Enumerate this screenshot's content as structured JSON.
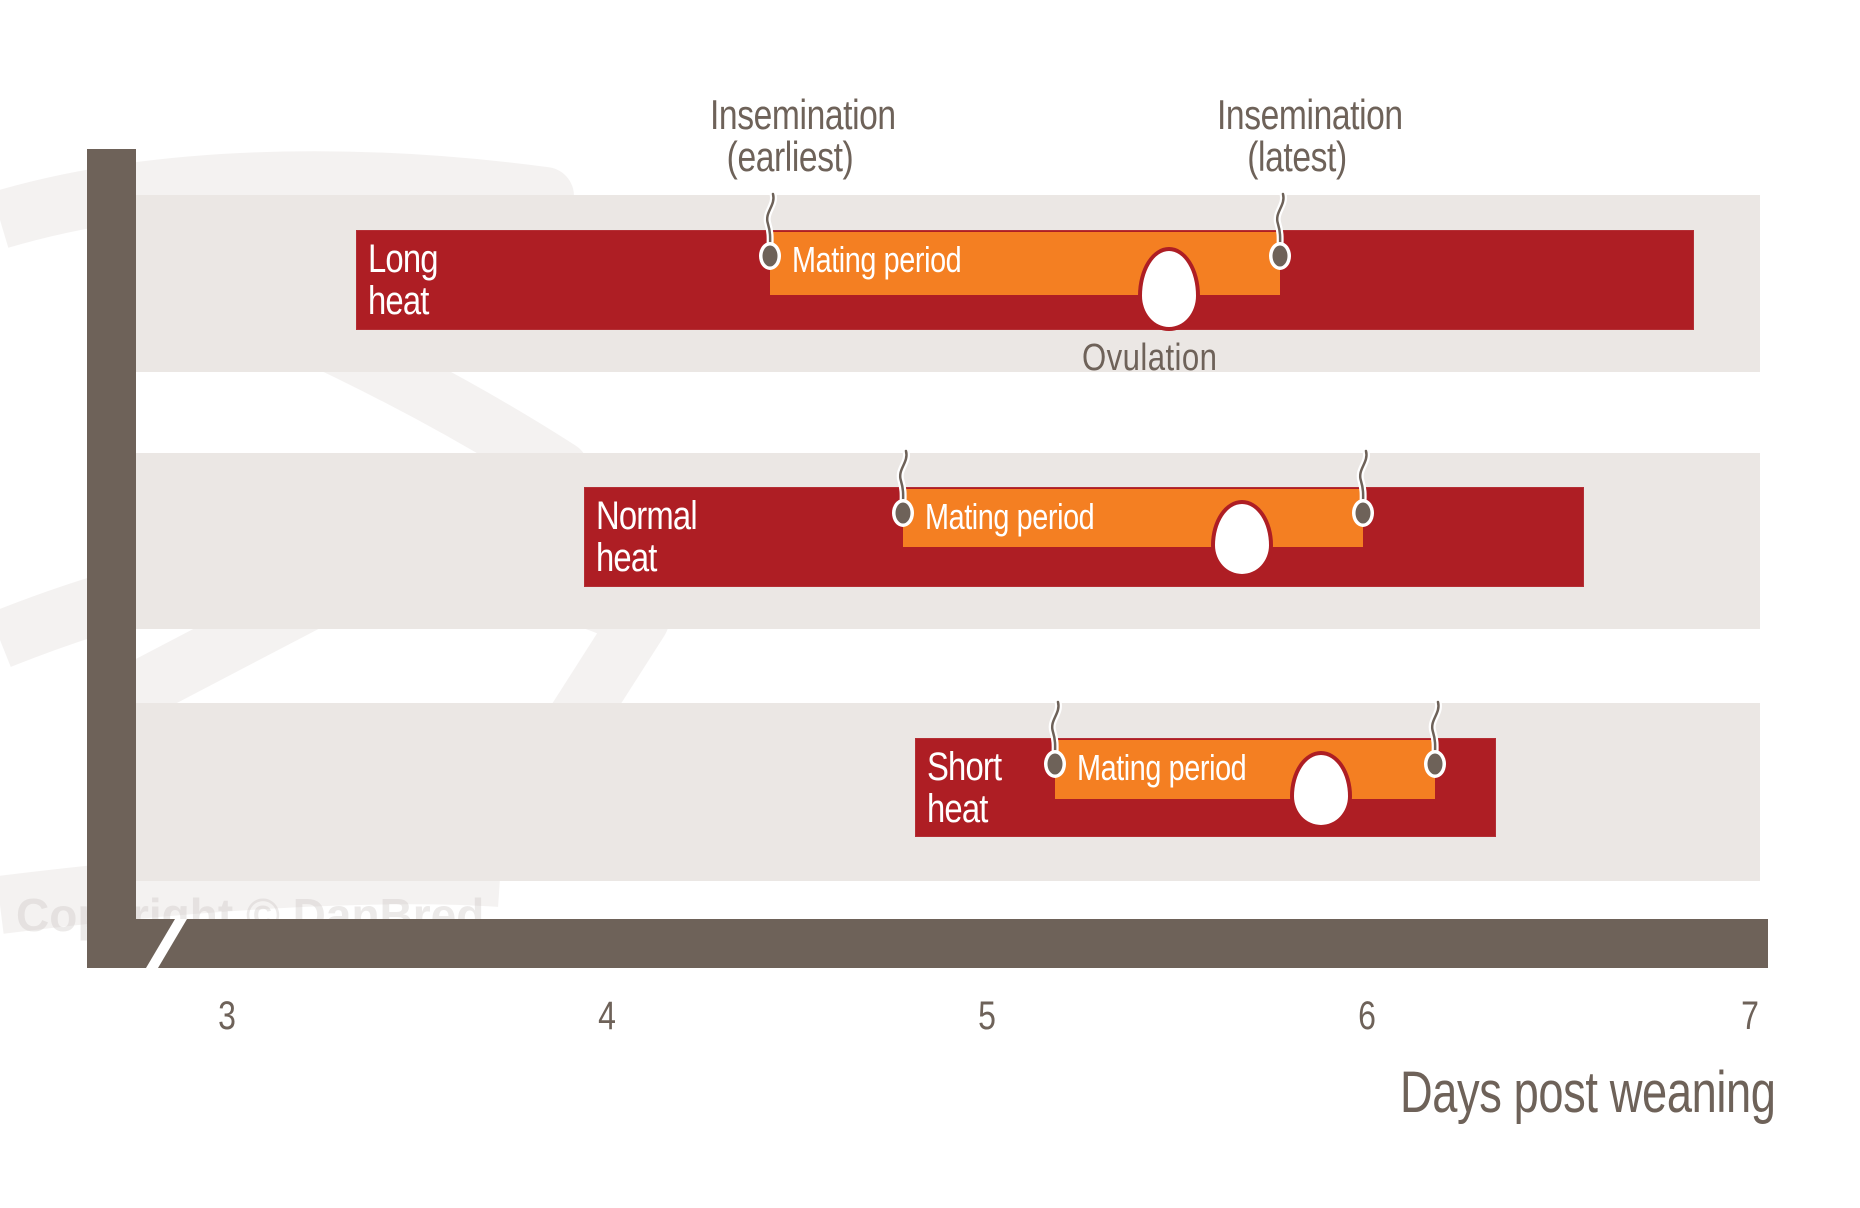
{
  "chart_data": {
    "type": "gantt",
    "title": "",
    "xlabel": "Days post weaning",
    "ylabel": "",
    "xlim": [
      3,
      7
    ],
    "x_ticks": [
      3,
      4,
      5,
      6,
      7
    ],
    "grid": false,
    "legend": null,
    "annotations": {
      "insemination_earliest": "Insemination (earliest)",
      "insemination_latest": "Insemination (latest)",
      "ovulation": "Ovulation"
    },
    "series": [
      {
        "name": "Long heat",
        "heat_start": 3.34,
        "heat_end": 6.86,
        "mating_start": 4.43,
        "mating_end": 5.77,
        "ovulation": 5.48
      },
      {
        "name": "Normal heat",
        "heat_start": 3.94,
        "heat_end": 6.57,
        "mating_start": 4.78,
        "mating_end": 5.99,
        "ovulation": 5.67
      },
      {
        "name": "Short heat",
        "heat_start": 4.81,
        "heat_end": 6.34,
        "mating_start": 5.18,
        "mating_end": 6.18,
        "ovulation": 5.88
      }
    ]
  },
  "labels": {
    "insemination_earliest_line1": "Insemination",
    "insemination_earliest_line2": "(earliest)",
    "insemination_latest_line1": "Insemination",
    "insemination_latest_line2": "(latest)",
    "ovulation": "Ovulation",
    "mating_period": "Mating period",
    "x_axis_title": "Days post weaning",
    "ticks": [
      "3",
      "4",
      "5",
      "6",
      "7"
    ],
    "rows": [
      {
        "line1": "Long",
        "line2": "heat"
      },
      {
        "line1": "Normal",
        "line2": "heat"
      },
      {
        "line1": "Short",
        "line2": "heat"
      }
    ],
    "watermark": "Copyright © DanBred"
  },
  "colors": {
    "axis": "#6e6259",
    "band": "#ebe7e4",
    "heat": "#ae1e24",
    "mating": "#f47f22",
    "egg": "#ffffff"
  }
}
